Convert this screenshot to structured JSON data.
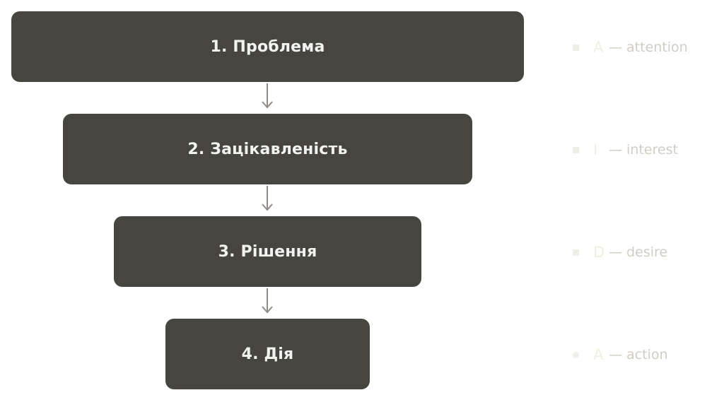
{
  "stages": [
    {
      "label": "1. Проблема"
    },
    {
      "label": "2. Зацікавленість"
    },
    {
      "label": "3. Рішення"
    },
    {
      "label": "4. Дія"
    }
  ],
  "legend": [
    {
      "letter": "A",
      "description": "— attention"
    },
    {
      "letter": "I",
      "description": "— interest"
    },
    {
      "letter": "D",
      "description": "— desire"
    },
    {
      "letter": "A",
      "description": "— action"
    }
  ],
  "colors": {
    "box_fill": "#47453f",
    "box_text": "#f2f2ee",
    "arrow": "#8f8c86",
    "legend_text": "#d0cdc3"
  }
}
